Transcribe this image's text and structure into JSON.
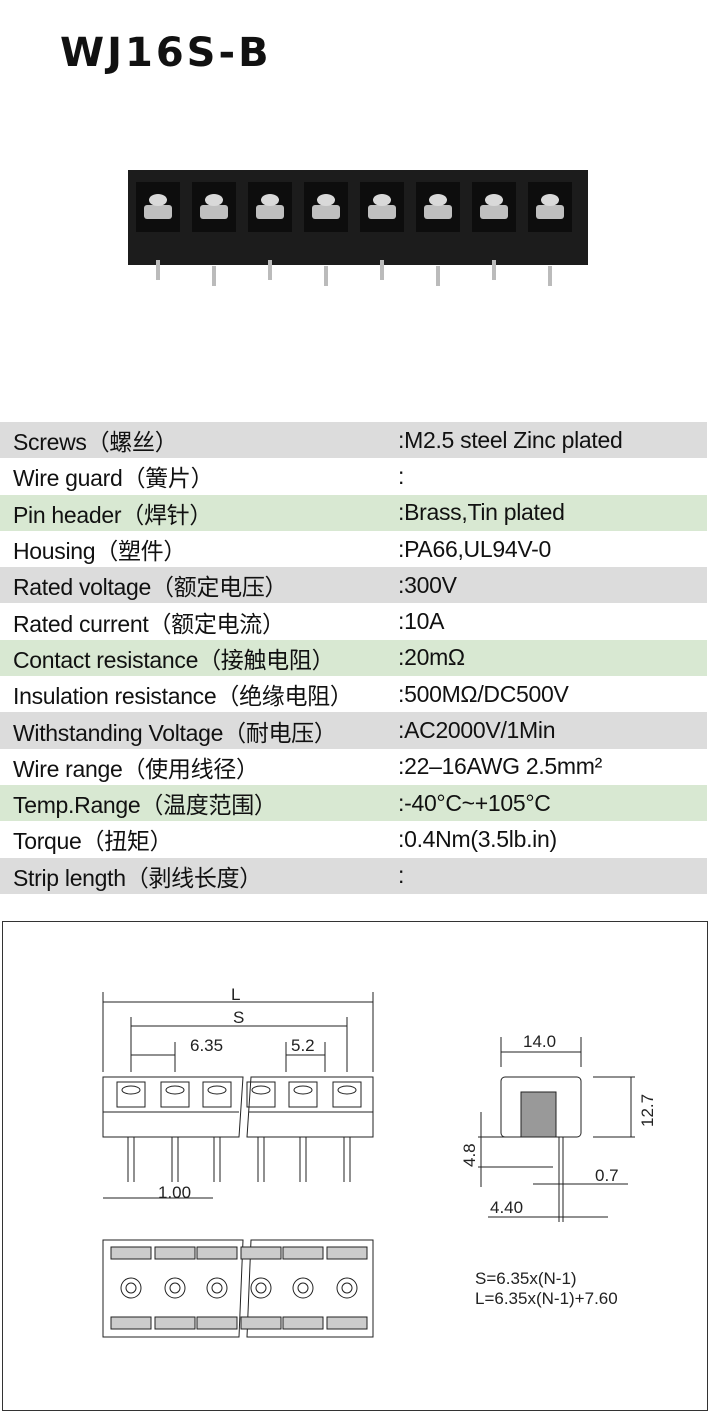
{
  "title": "WJ16S-B",
  "specs": [
    {
      "label": "Screws（螺丝）",
      "value": ":M2.5 steel Zinc plated"
    },
    {
      "label": "Wire guard（簧片）",
      "value": ":"
    },
    {
      "label": "Pin header（焊针）",
      "value": ":Brass,Tin plated"
    },
    {
      "label": "Housing（塑件）",
      "value": ":PA66,UL94V-0"
    },
    {
      "label": "Rated voltage（额定电压）",
      "value": ":300V"
    },
    {
      "label": "Rated current（额定电流）",
      "value": ":10A"
    },
    {
      "label": "Contact resistance（接触电阻）",
      "value": ":20mΩ"
    },
    {
      "label": "Insulation resistance（绝缘电阻）",
      "value": ":500MΩ/DC500V"
    },
    {
      "label": "Withstanding Voltage（耐电压）",
      "value": ":AC2000V/1Min"
    },
    {
      "label": "Wire range（使用线径）",
      "value": ":22–16AWG 2.5mm²"
    },
    {
      "label": "Temp.Range（温度范围）",
      "value": ":-40°C~+105°C"
    },
    {
      "label": "Torque（扭矩）",
      "value": ":0.4Nm(3.5lb.in)"
    },
    {
      "label": "Strip length（剥线长度）",
      "value": ":"
    }
  ],
  "drawing": {
    "dim_L": "L",
    "dim_S": "S",
    "dim_pitch": "6.35",
    "dim_gap": "5.2",
    "dim_pin": "1.00",
    "dim_width": "14.0",
    "dim_height": "12.7",
    "dim_pin_len": "4.8",
    "dim_pin_thk": "0.7",
    "dim_offset": "4.40",
    "formula_s": "S=6.35x(N-1)",
    "formula_l": "L=6.35x(N-1)+7.60"
  },
  "colors": {
    "gray_row": "#dcdcdc",
    "green_row": "#d8e8d2"
  }
}
